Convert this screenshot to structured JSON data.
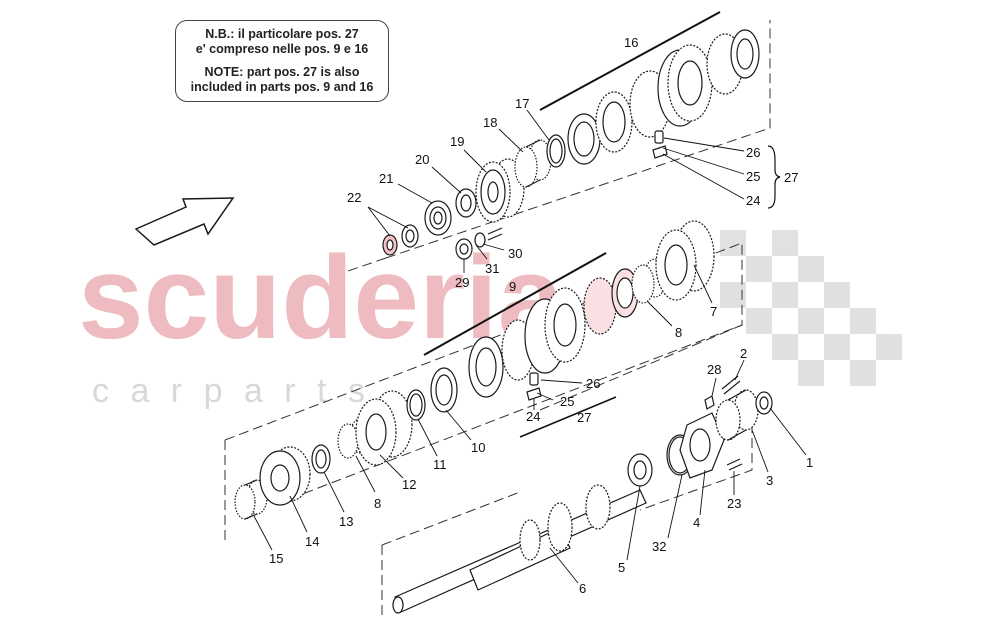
{
  "note": {
    "it_line1": "N.B.: il particolare pos. 27",
    "it_line2": "e' compreso nelle pos. 9 e 16",
    "en_line1": "NOTE: part pos. 27 is also",
    "en_line2": "included in parts pos. 9 and 16"
  },
  "watermark": {
    "brand": "scuderia",
    "sub": "c a r   p a r t s"
  },
  "colors": {
    "line": "#1a1a1a",
    "watermark_red": "#e8a5ac",
    "watermark_grey": "#d9d9d9",
    "highlight_red": "#e06070"
  },
  "callouts": {
    "c1": "1",
    "c2": "2",
    "c3": "3",
    "c4": "4",
    "c5": "5",
    "c6": "6",
    "c7": "7",
    "c8a": "8",
    "c8b": "8",
    "c9": "9",
    "c10": "10",
    "c11": "11",
    "c12": "12",
    "c13": "13",
    "c14": "14",
    "c15": "15",
    "c16": "16",
    "c17": "17",
    "c18": "18",
    "c19": "19",
    "c20": "20",
    "c21": "21",
    "c22": "22",
    "c23": "23",
    "c24a": "24",
    "c24b": "24",
    "c25a": "25",
    "c25b": "25",
    "c26a": "26",
    "c26b": "26",
    "c27a": "27",
    "c27b": "27",
    "c28": "28",
    "c29": "29",
    "c30": "30",
    "c31": "31",
    "c32": "32"
  }
}
